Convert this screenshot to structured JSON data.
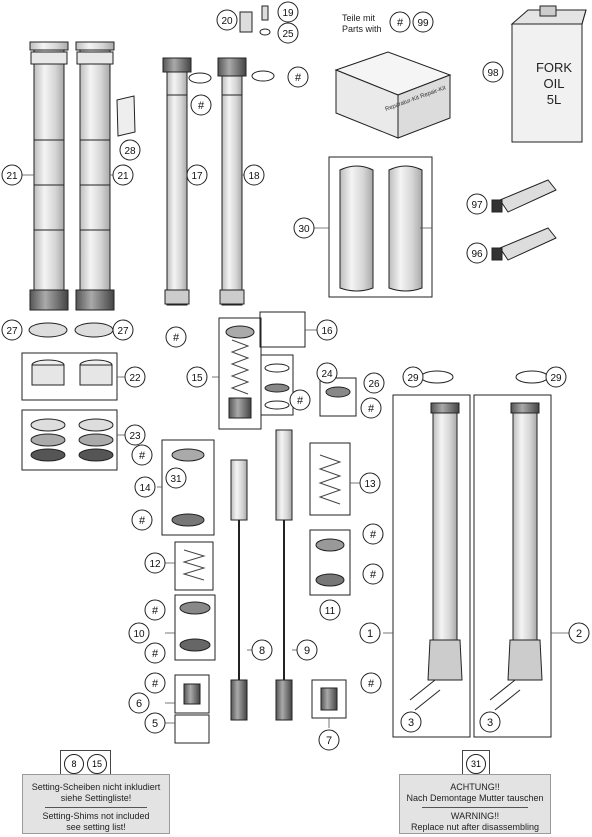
{
  "header": {
    "line1": "Teile mit",
    "line2": "Parts with"
  },
  "kit_box_label": "Reparatur-Kit Repair-Kit",
  "oil_label": {
    "line1": "FORK",
    "line2": "OIL",
    "line3": "5L"
  },
  "callouts": [
    "#",
    "99",
    "98",
    "97",
    "96",
    "30",
    "20",
    "19",
    "25",
    "21",
    "28",
    "17",
    "18",
    "27",
    "22",
    "23",
    "15",
    "16",
    "24",
    "26",
    "14",
    "31",
    "13",
    "29",
    "12",
    "11",
    "10",
    "8",
    "9",
    "6",
    "5",
    "7",
    "1",
    "2",
    "3"
  ],
  "note_left": {
    "tags": [
      "8",
      "15"
    ],
    "de": [
      "Setting-Scheiben nicht inkludiert",
      "siehe Settingliste!"
    ],
    "en": [
      "Setting-Shims not included",
      "see setting list!"
    ]
  },
  "note_right": {
    "tags": [
      "31"
    ],
    "de": [
      "ACHTUNG!!",
      "Nach Demontage Mutter tauschen"
    ],
    "en": [
      "WARNING!!",
      "Replace nut after disassembling"
    ]
  }
}
